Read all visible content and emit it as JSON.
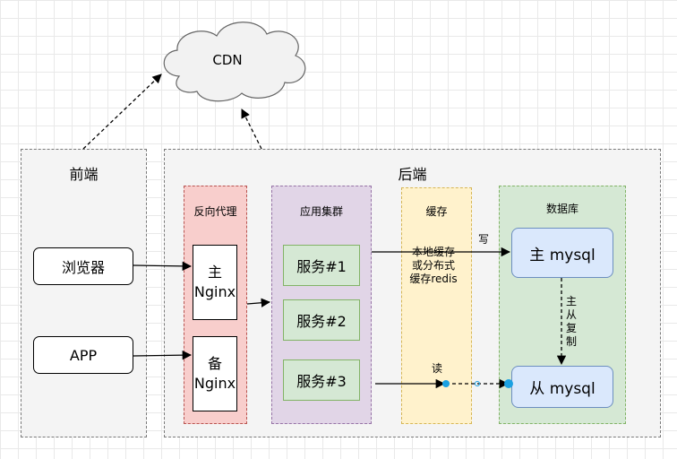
{
  "cdn": {
    "label": "CDN"
  },
  "frontend": {
    "title": "前端",
    "browser": "浏览器",
    "app": "APP"
  },
  "backend": {
    "title": "后端",
    "proxy": {
      "title": "反向代理",
      "main": [
        "主",
        "Nginx"
      ],
      "backup": [
        "备",
        "Nginx"
      ]
    },
    "cluster": {
      "title": "应用集群",
      "services": [
        "服务#1",
        "服务#2",
        "服务#3"
      ]
    },
    "cache": {
      "title": "缓存",
      "text": [
        "本地缓存",
        "或分布式",
        "缓存redis"
      ]
    },
    "database": {
      "title": "数据库",
      "master": "主 mysql",
      "slave": "从 mysql"
    }
  },
  "edges": {
    "write": "写",
    "read": "读",
    "replication": [
      "主",
      "从",
      "复",
      "制"
    ]
  },
  "colors": {
    "proxy_fill": "#f8cecc",
    "proxy_stroke": "#b85450",
    "cluster_fill": "#e1d5e7",
    "cluster_stroke": "#9673a6",
    "cache_fill": "#fff2cc",
    "cache_stroke": "#d6b656",
    "db_fill": "#d5e8d4",
    "db_stroke": "#82b366",
    "mysql_fill": "#dae8fc",
    "mysql_stroke": "#6c8ebf",
    "read_point": "#1ba1e2"
  }
}
